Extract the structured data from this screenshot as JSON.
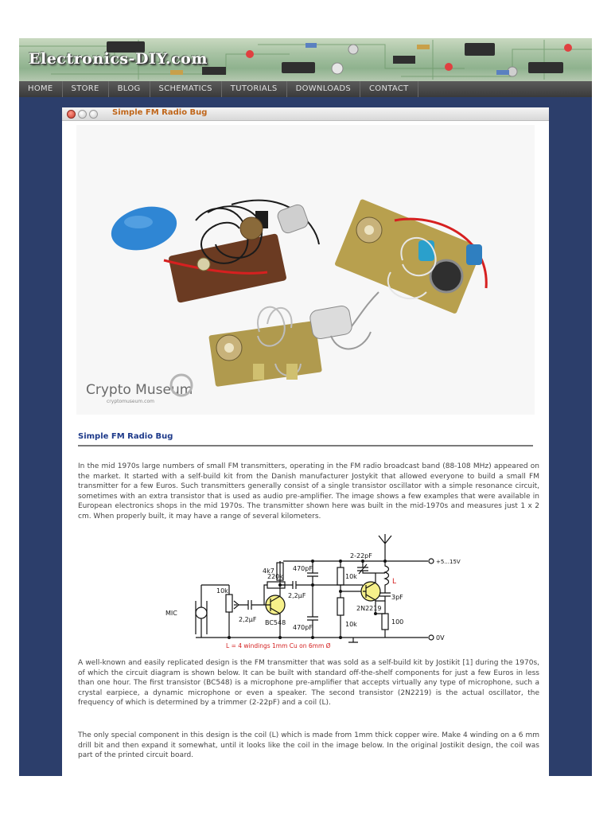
{
  "site": {
    "logo": "Electronics-DIY.com",
    "nav": [
      "HOME",
      "STORE",
      "BLOG",
      "SCHEMATICS",
      "TUTORIALS",
      "DOWNLOADS",
      "CONTACT"
    ]
  },
  "window": {
    "title": "Simple FM Radio Bug"
  },
  "photo": {
    "watermark": "Crypto Museum",
    "watermark_url": "cryptomuseum.com"
  },
  "article": {
    "heading": "Simple FM Radio Bug",
    "paragraph1": "In the mid 1970s large numbers of small FM transmitters, operating in the FM radio broadcast band (88-108 MHz) appeared on the market. It started with a self-build kit from the Danish manufacturer Jostykit that allowed everyone to build a small FM transmitter for a few Euros. Such transmitters generally consist of a single transistor oscillator with a simple resonance circuit, sometimes with an extra transistor that is used as audio pre-amplifier. The image shows a few examples that were available in European electronics shops in the mid 1970s. The transmitter shown here was built in the mid-1970s and measures just 1 x 2 cm. When properly built, it may have a range of several kilometers.",
    "paragraph2": "A well-known and easily replicated design is the FM transmitter that was sold as a self-build kit by Jostikit [1] during the 1970s, of which the circuit diagram is shown below. It can be built with standard off-the-shelf components for just a few Euros in less than one hour. The first transistor (BC548) is a microphone pre-amplifier that accepts virtually any type of microphone, such a crystal earpiece, a dynamic microphone or even a speaker. The second transistor (2N2219) is the actual oscillator, the frequency of which is determined by a trimmer (2-22pF) and a coil (L).",
    "paragraph3": "The only special component in this design is the coil (L) which is made from 1mm thick copper wire. Make 4 winding on a 6 mm drill bit and then expand it somewhat, until it looks like the coil in the image below. In the original Jostikit design, the coil was part of the printed circuit board."
  },
  "schematic": {
    "mic": "MIC",
    "r_10k_pot": "10k",
    "c_22uf_in": "2,2µF",
    "r_220k": "220k",
    "r_4k7": "4k7",
    "c_470pf_top": "470pF",
    "c_22uf_mid": "2,2µF",
    "c_470pf_bot": "470pF",
    "q1": "BC548",
    "r_10k_top": "10k",
    "r_10k_bot": "10k",
    "trimmer": "2-22pF",
    "coil": "L",
    "q2": "2N2219",
    "c_3pf": "3pF",
    "r_100": "100",
    "vplus": "+5...15V",
    "vzero": "0V",
    "coil_note": "L = 4 windings 1mm Cu on 6mm Ø"
  }
}
